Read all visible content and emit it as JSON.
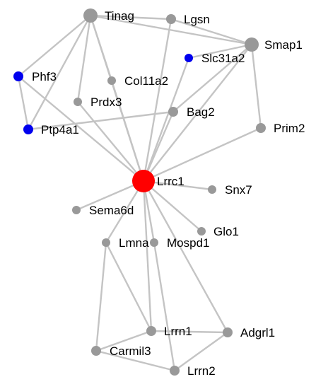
{
  "network": {
    "colors": {
      "edge": "#c4c4c4",
      "default_node": "#999999",
      "blue_node": "#0000ee",
      "hub_node": "#ff0000",
      "label": "#000000"
    },
    "nodes": [
      {
        "id": "tinag",
        "label": "Tinag",
        "color": "#999999"
      },
      {
        "id": "lgsn",
        "label": "Lgsn",
        "color": "#999999"
      },
      {
        "id": "smap1",
        "label": "Smap1",
        "color": "#999999"
      },
      {
        "id": "slc31a2",
        "label": "Slc31a2",
        "color": "#0000ee"
      },
      {
        "id": "phf3",
        "label": "Phf3",
        "color": "#0000ee"
      },
      {
        "id": "col11a2",
        "label": "Col11a2",
        "color": "#999999"
      },
      {
        "id": "prdx3",
        "label": "Prdx3",
        "color": "#999999"
      },
      {
        "id": "bag2",
        "label": "Bag2",
        "color": "#999999"
      },
      {
        "id": "prim2",
        "label": "Prim2",
        "color": "#999999"
      },
      {
        "id": "ptp4a1",
        "label": "Ptp4a1",
        "color": "#0000ee"
      },
      {
        "id": "lrrc1",
        "label": "Lrrc1",
        "color": "#ff0000"
      },
      {
        "id": "snx7",
        "label": "Snx7",
        "color": "#999999"
      },
      {
        "id": "sema6d",
        "label": "Sema6d",
        "color": "#999999"
      },
      {
        "id": "glo1",
        "label": "Glo1",
        "color": "#999999"
      },
      {
        "id": "lmna",
        "label": "Lmna",
        "color": "#999999"
      },
      {
        "id": "mospd1",
        "label": "Mospd1",
        "color": "#999999"
      },
      {
        "id": "lrrn1",
        "label": "Lrrn1",
        "color": "#999999"
      },
      {
        "id": "adgrl1",
        "label": "Adgrl1",
        "color": "#999999"
      },
      {
        "id": "carmil3",
        "label": "Carmil3",
        "color": "#999999"
      },
      {
        "id": "lrrn2",
        "label": "Lrrn2",
        "color": "#999999"
      }
    ],
    "edges": [
      [
        "tinag",
        "lgsn"
      ],
      [
        "tinag",
        "smap1"
      ],
      [
        "tinag",
        "phf3"
      ],
      [
        "tinag",
        "ptp4a1"
      ],
      [
        "tinag",
        "prdx3"
      ],
      [
        "tinag",
        "col11a2"
      ],
      [
        "tinag",
        "lrrc1"
      ],
      [
        "lgsn",
        "smap1"
      ],
      [
        "lgsn",
        "lrrc1"
      ],
      [
        "smap1",
        "slc31a2"
      ],
      [
        "smap1",
        "prim2"
      ],
      [
        "smap1",
        "bag2"
      ],
      [
        "smap1",
        "lrrc1"
      ],
      [
        "slc31a2",
        "lrrc1"
      ],
      [
        "phf3",
        "ptp4a1"
      ],
      [
        "phf3",
        "lrrc1"
      ],
      [
        "ptp4a1",
        "bag2"
      ],
      [
        "col11a2",
        "lrrc1"
      ],
      [
        "prdx3",
        "lrrc1"
      ],
      [
        "bag2",
        "lrrc1"
      ],
      [
        "prim2",
        "lrrc1"
      ],
      [
        "lrrc1",
        "snx7"
      ],
      [
        "lrrc1",
        "sema6d"
      ],
      [
        "lrrc1",
        "glo1"
      ],
      [
        "lrrc1",
        "lmna"
      ],
      [
        "lrrc1",
        "mospd1"
      ],
      [
        "lrrc1",
        "lrrn1"
      ],
      [
        "lrrc1",
        "adgrl1"
      ],
      [
        "lmna",
        "carmil3"
      ],
      [
        "lmna",
        "lrrn1"
      ],
      [
        "mospd1",
        "lrrn2"
      ],
      [
        "lrrn1",
        "adgrl1"
      ],
      [
        "lrrn1",
        "carmil3"
      ],
      [
        "carmil3",
        "lrrn2"
      ],
      [
        "lrrn2",
        "adgrl1"
      ]
    ]
  }
}
